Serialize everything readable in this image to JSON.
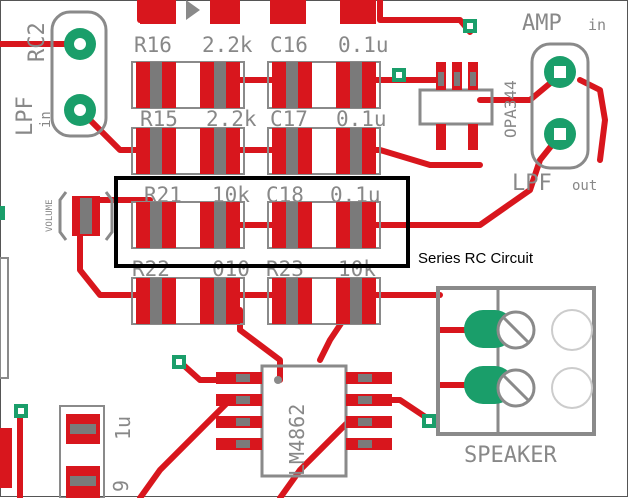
{
  "colors": {
    "trace": "#d8161d",
    "copper": "#d8161d",
    "silkscreen": "#8a8a8a",
    "via": "#1a9e6a",
    "pad_gray": "#7a7a7a",
    "highlight_box": "#000000",
    "background": "#ffffff"
  },
  "labels": {
    "rc2": "RC2",
    "lpf_in_top": "LPF",
    "lpf_in_sub": "in",
    "r16": "R16",
    "r16_val": "2.2k",
    "c16": "C16",
    "c16_val": "0.1u",
    "r15": "R15",
    "r15_val": "2.2k",
    "c17": "C17",
    "c17_val": "0.1u",
    "r21": "R21",
    "r21_val": "10k",
    "c18": "C18",
    "c18_val": "0.1u",
    "r22": "R22",
    "r22_val": "010",
    "r23": "R23",
    "r23_val": "10k",
    "amp_in": "AMP",
    "amp_in_sub": "in",
    "opa": "OPA344",
    "lpf_out": "LPF",
    "lpf_out_sub": "out",
    "volume": "VOLUME",
    "speaker": "SPEAKER",
    "lm": "LM4862",
    "c_1u": "1u",
    "nine": "9"
  },
  "annotation": {
    "text": "Series RC Circuit"
  }
}
